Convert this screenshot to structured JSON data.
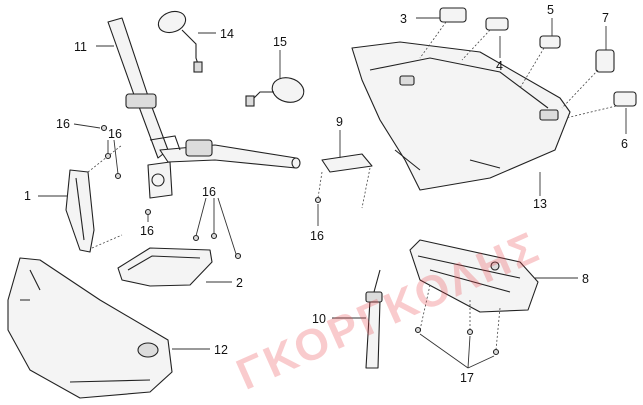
{
  "watermark": "ΓΚΟΡΓΚΟΛΗΣ",
  "callouts": {
    "c1": "1",
    "c2": "2",
    "c3": "3",
    "c4": "4",
    "c5": "5",
    "c6": "6",
    "c7": "7",
    "c8": "8",
    "c9": "9",
    "c10": "10",
    "c11": "11",
    "c12": "12",
    "c13": "13",
    "c14": "14",
    "c15": "15",
    "c16a": "16",
    "c16b": "16",
    "c16c": "16",
    "c16d": "16",
    "c16e": "16",
    "c17": "17"
  },
  "colors": {
    "watermark": "#e8434a",
    "line": "#222222"
  }
}
